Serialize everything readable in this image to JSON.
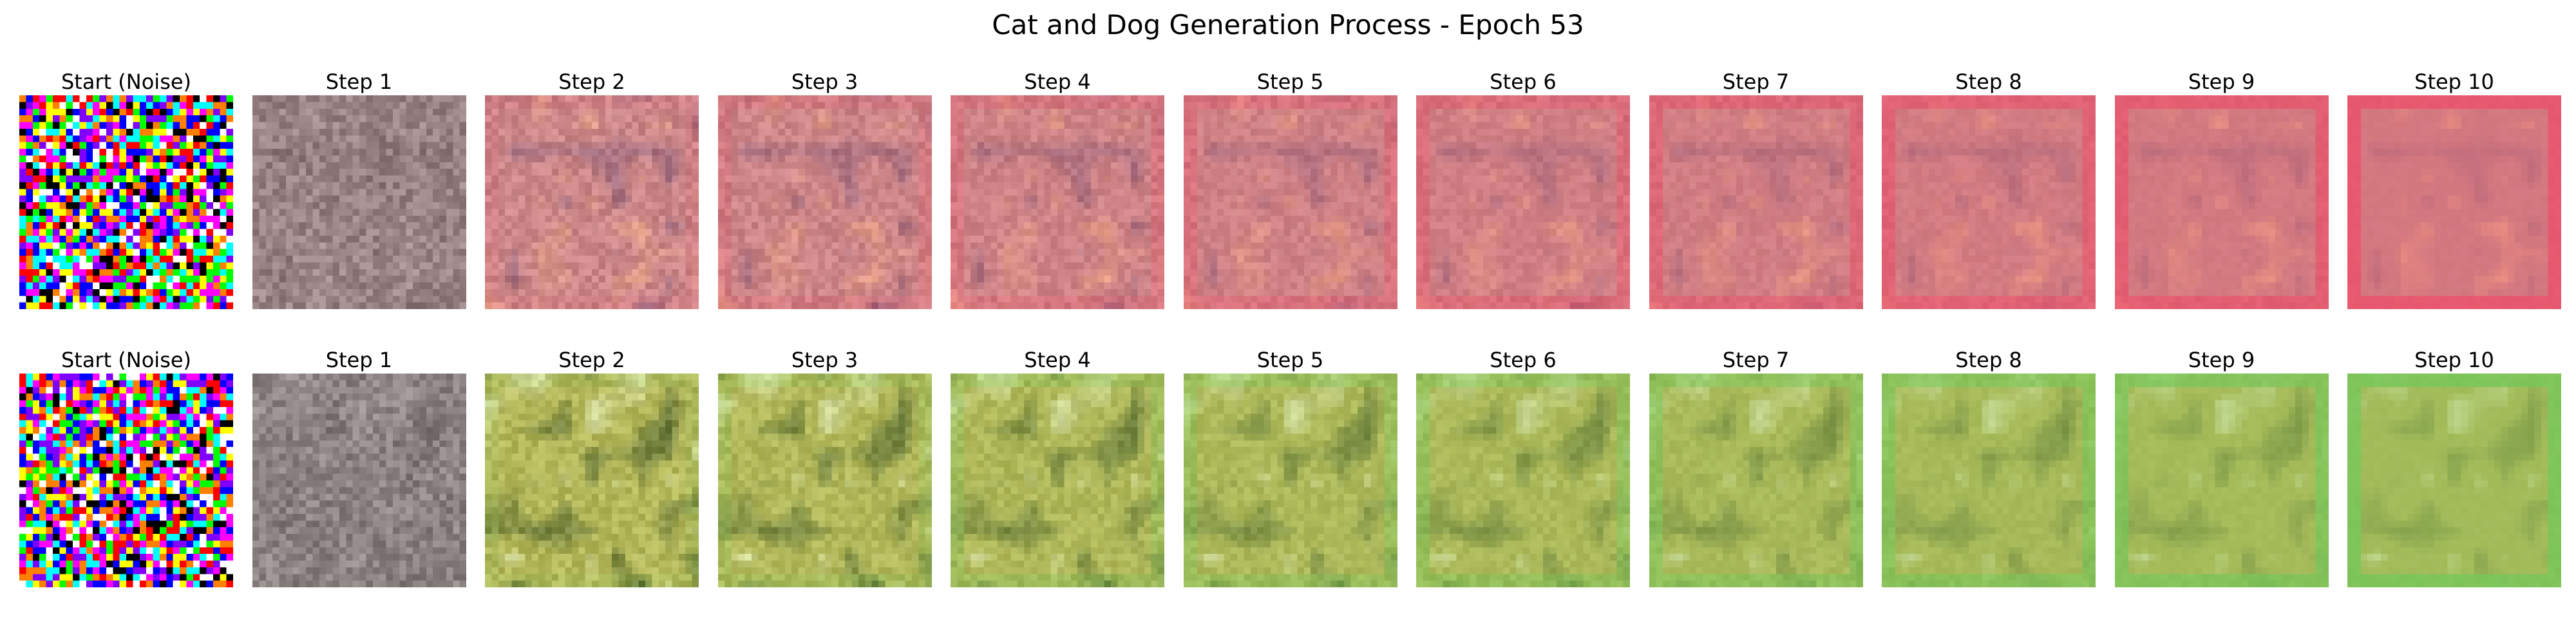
{
  "figure": {
    "title": "Cat and Dog Generation Process - Epoch 53"
  },
  "rows": [
    {
      "row_name": "row-1",
      "palette": {
        "base": "#c98a8a",
        "accent": "#e8566e",
        "shadow": "#7a5a78",
        "highlight": "#f2b48a"
      },
      "panels": [
        {
          "title": "Start (Noise)",
          "kind": "noise"
        },
        {
          "title": "Step 1",
          "kind": "gray"
        },
        {
          "title": "Step 2",
          "kind": "image",
          "progress": 0.2
        },
        {
          "title": "Step 3",
          "kind": "image",
          "progress": 0.3
        },
        {
          "title": "Step 4",
          "kind": "image",
          "progress": 0.4
        },
        {
          "title": "Step 5",
          "kind": "image",
          "progress": 0.5
        },
        {
          "title": "Step 6",
          "kind": "image",
          "progress": 0.6
        },
        {
          "title": "Step 7",
          "kind": "image",
          "progress": 0.7
        },
        {
          "title": "Step 8",
          "kind": "image",
          "progress": 0.8
        },
        {
          "title": "Step 9",
          "kind": "image",
          "progress": 0.9
        },
        {
          "title": "Step 10",
          "kind": "image",
          "progress": 1.0
        }
      ]
    },
    {
      "row_name": "row-2",
      "palette": {
        "base": "#b8b65a",
        "accent": "#7cc65a",
        "shadow": "#4a5a2a",
        "highlight": "#f0f2c8"
      },
      "panels": [
        {
          "title": "Start (Noise)",
          "kind": "noise"
        },
        {
          "title": "Step 1",
          "kind": "gray"
        },
        {
          "title": "Step 2",
          "kind": "image",
          "progress": 0.2
        },
        {
          "title": "Step 3",
          "kind": "image",
          "progress": 0.3
        },
        {
          "title": "Step 4",
          "kind": "image",
          "progress": 0.4
        },
        {
          "title": "Step 5",
          "kind": "image",
          "progress": 0.5
        },
        {
          "title": "Step 6",
          "kind": "image",
          "progress": 0.6
        },
        {
          "title": "Step 7",
          "kind": "image",
          "progress": 0.7
        },
        {
          "title": "Step 8",
          "kind": "image",
          "progress": 0.8
        },
        {
          "title": "Step 9",
          "kind": "image",
          "progress": 0.9
        },
        {
          "title": "Step 10",
          "kind": "image",
          "progress": 1.0
        }
      ]
    }
  ]
}
